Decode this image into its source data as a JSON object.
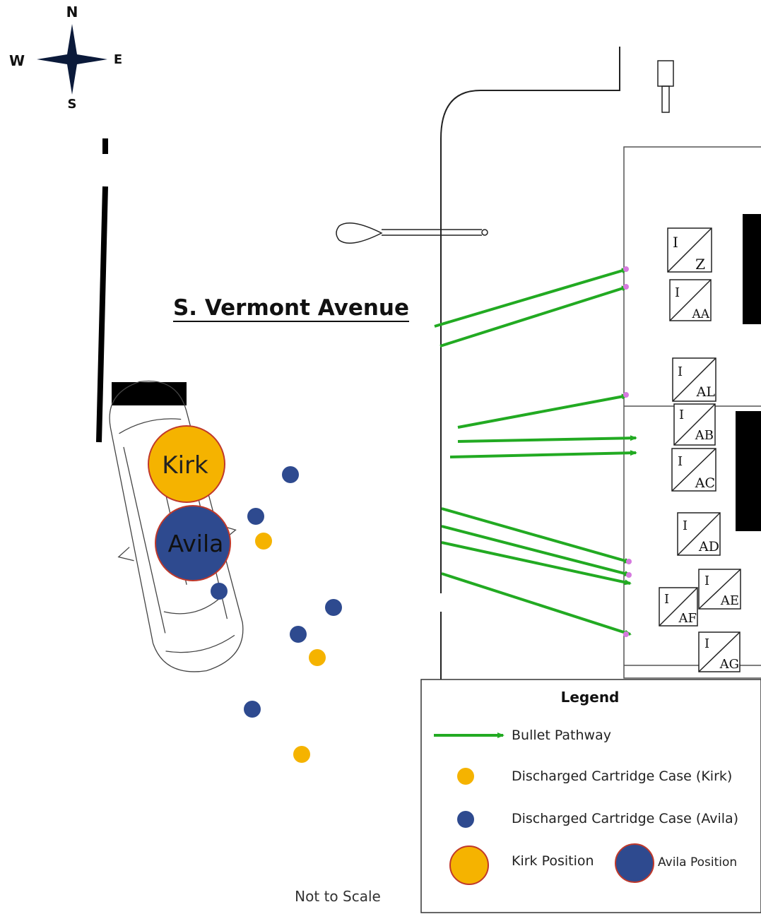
{
  "compass": {
    "north": "N",
    "south": "S",
    "east": "E",
    "west": "W"
  },
  "street_label": "S. Vermont Avenue",
  "positions": {
    "kirk": "Kirk",
    "avila": "Avila"
  },
  "evidence_markers": [
    {
      "top": "I",
      "bottom": "Z"
    },
    {
      "top": "I",
      "bottom": "AA"
    },
    {
      "top": "I",
      "bottom": "AL"
    },
    {
      "top": "I",
      "bottom": "AB"
    },
    {
      "top": "I",
      "bottom": "AC"
    },
    {
      "top": "I",
      "bottom": "AD"
    },
    {
      "top": "I",
      "bottom": "AE"
    },
    {
      "top": "I",
      "bottom": "AF"
    },
    {
      "top": "I",
      "bottom": "AG"
    }
  ],
  "legend": {
    "title": "Legend",
    "bullet_pathway": "Bullet Pathway",
    "casing_kirk": "Discharged Cartridge Case (Kirk)",
    "casing_avila": "Discharged Cartridge Case (Avila)",
    "kirk_position": "Kirk Position",
    "avila_position": "Avila Position"
  },
  "scale_note": "Not to Scale",
  "colors": {
    "kirk": "#f5b300",
    "avila": "#2e4a8f",
    "bullet_path": "#22aa22",
    "impact": "#d67adf",
    "circle_outline": "#c0392b"
  }
}
